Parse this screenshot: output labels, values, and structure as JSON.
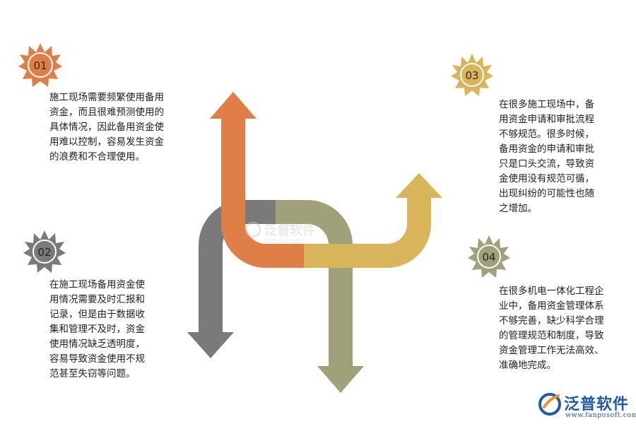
{
  "colors": {
    "orange": "#df7f47",
    "gray": "#7a7a7a",
    "olive": "#a0a17b",
    "gold": "#d8b45a"
  },
  "items": [
    {
      "number": "01",
      "text": "施工现场需要频繁使用备用\n资金，而且很难预测使用的\n具体情况，因此备用资金使\n用难以控制，容易发生资金\n的浪费和不合理使用。"
    },
    {
      "number": "02",
      "text": "在施工现场备用资金使\n用情况需要及时汇报和\n记录，但是由于数据收\n集和管理不及时，资金\n使用情况缺乏透明度，\n容易导致资金使用不规\n范甚至失窃等问题。"
    },
    {
      "number": "03",
      "text": "在很多施工现场中，备\n用资金申请和审批流程\n不够规范。很多时候，\n备用资金的申请和审批\n只是口头交流，导致资\n金使用没有规范可循，\n出现纠纷的可能性也随\n之增加。"
    },
    {
      "number": "04",
      "text": "在很多机电一体化工程企\n业中，备用资金管理体系\n不够完善，缺少科学合理\n的管理规范和制度，导致\n资金管理工作无法高效、\n准确地完成。"
    }
  ],
  "watermark": {
    "brand": "泛普软件",
    "sub": "FANPU SOFTWARE"
  },
  "footer_logo": {
    "brand": "泛普软件",
    "url": "www.fanpusoft.com"
  }
}
